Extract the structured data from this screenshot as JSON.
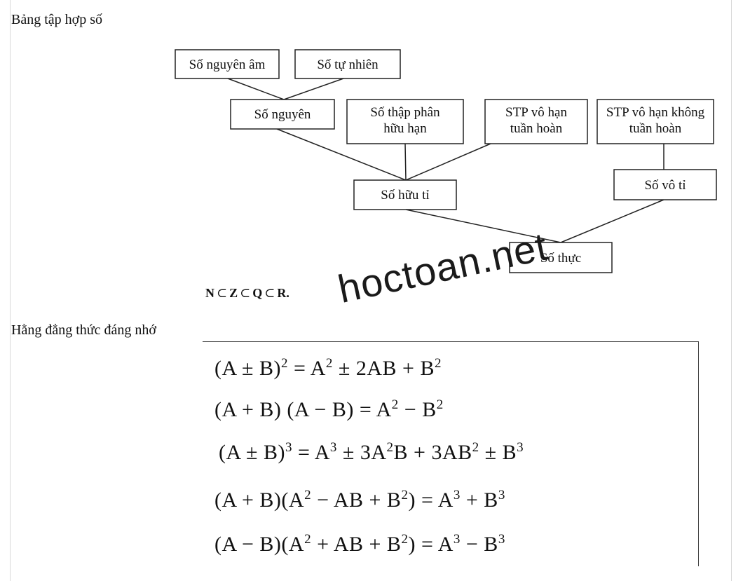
{
  "section1": {
    "heading": "Bảng tập hợp số",
    "boxes": {
      "negative_integers": "Số nguyên âm",
      "natural_numbers": "Số tự nhiên",
      "integers": "Số nguyên",
      "finite_decimal_line1": "Số thập phân",
      "finite_decimal_line2": "hữu hạn",
      "repeating_decimal_line1": "STP vô hạn",
      "repeating_decimal_line2": "tuần hoàn",
      "nonrepeating_decimal_line1": "STP vô hạn không",
      "nonrepeating_decimal_line2": "tuần hoàn",
      "rational_numbers": "Số hữu tỉ",
      "irrational_numbers": "Số vô tỉ",
      "real_numbers": "Số thực"
    },
    "subset_chain": {
      "n": "N",
      "z": "Z",
      "q": "Q",
      "r": "R",
      "symbol": "⊂",
      "end": "."
    }
  },
  "watermark": "hoctoan.net",
  "section2": {
    "heading": "Hằng đẳng thức đáng nhớ",
    "formulas": {
      "f1": {
        "a": "(A ± B)",
        "b": "2",
        "c": "= A",
        "d": "2",
        "e": " ± 2AB + B",
        "f": "2"
      },
      "f2": {
        "a": "(A + B) (A − B) = A",
        "b": "2",
        "c": " − B",
        "d": "2"
      },
      "f3": {
        "a": "(A ± B)",
        "b": "3",
        "c": " = A",
        "d": "3",
        "e": " ± 3A",
        "f": "2",
        "g": "B + 3AB",
        "h": "2",
        "i": " ± B",
        "j": "3"
      },
      "f4": {
        "a": "(A + B)(A",
        "b": "2",
        "c": " − AB + B",
        "d": "2",
        "e": ") = A",
        "f": "3",
        "g": " + B",
        "h": "3"
      },
      "f5": {
        "a": "(A − B)(A",
        "b": "2",
        "c": " + AB + B",
        "d": "2",
        "e": ") = A",
        "f": "3",
        "g": " − B",
        "h": "3"
      }
    }
  }
}
